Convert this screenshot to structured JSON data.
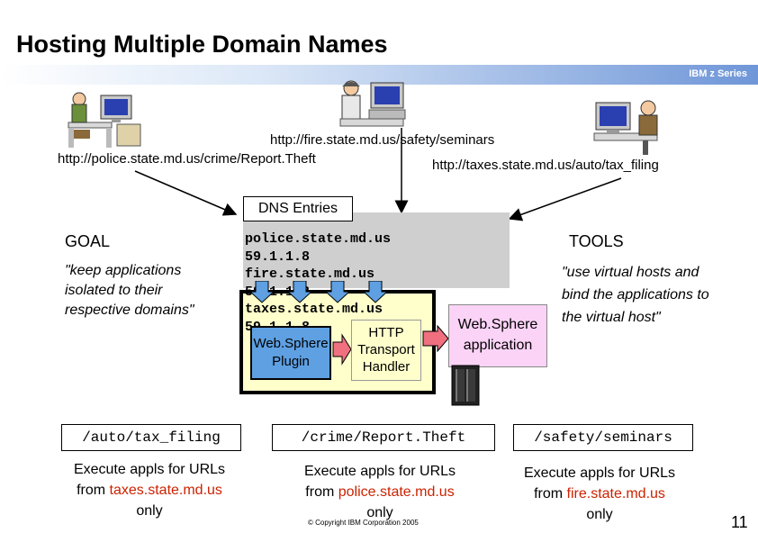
{
  "header": {
    "title": "Hosting Multiple Domain Names",
    "brand": "IBM z Series"
  },
  "urls": {
    "fire": "http://fire.state.md.us/safety/seminars",
    "police": "http://police.state.md.us/crime/Report.Theft",
    "taxes": "http://taxes.state.md.us/auto/tax_filing"
  },
  "dns": {
    "label": "DNS Entries",
    "entries": "police.state.md.us\n59.1.1.8\nfire.state.md.us\n59.1.1.8\ntaxes.state.md.us\n59.1.1.8"
  },
  "goal": {
    "heading": "GOAL",
    "text": "\"keep applications isolated to their respective domains\""
  },
  "tools": {
    "heading": "TOOLS",
    "text": "\"use virtual hosts and bind the applications to the virtual host\""
  },
  "server": {
    "plugin_line1": "Web.Sphere",
    "plugin_line2": "Plugin",
    "handler_line1": "HTTP",
    "handler_line2": "Transport",
    "handler_line3": "Handler",
    "app_line1": "Web.Sphere",
    "app_line2": "application"
  },
  "mappings": {
    "tax": {
      "uri": "/auto/tax_filing",
      "prefix": "Execute appls for URLs",
      "from": "from ",
      "host": "taxes.state.md.us",
      "suffix": "only"
    },
    "police": {
      "uri": "/crime/Report.Theft",
      "prefix": "Execute appls for URLs",
      "from": "from ",
      "host": "police.state.md.us",
      "suffix": "only"
    },
    "fire": {
      "uri": "/safety/seminars",
      "prefix": "Execute appls for URLs",
      "from": "from ",
      "host": "fire.state.md.us",
      "suffix": "only"
    }
  },
  "footer": {
    "copyright": "© Copyright IBM Corporation 2005",
    "page_number": "11"
  },
  "colors": {
    "plugin": "#5ea0e2",
    "app": "#fbd3f6",
    "frame": "#ffffcc",
    "host_text": "#cc2200",
    "arrow": "#d97a5a"
  }
}
